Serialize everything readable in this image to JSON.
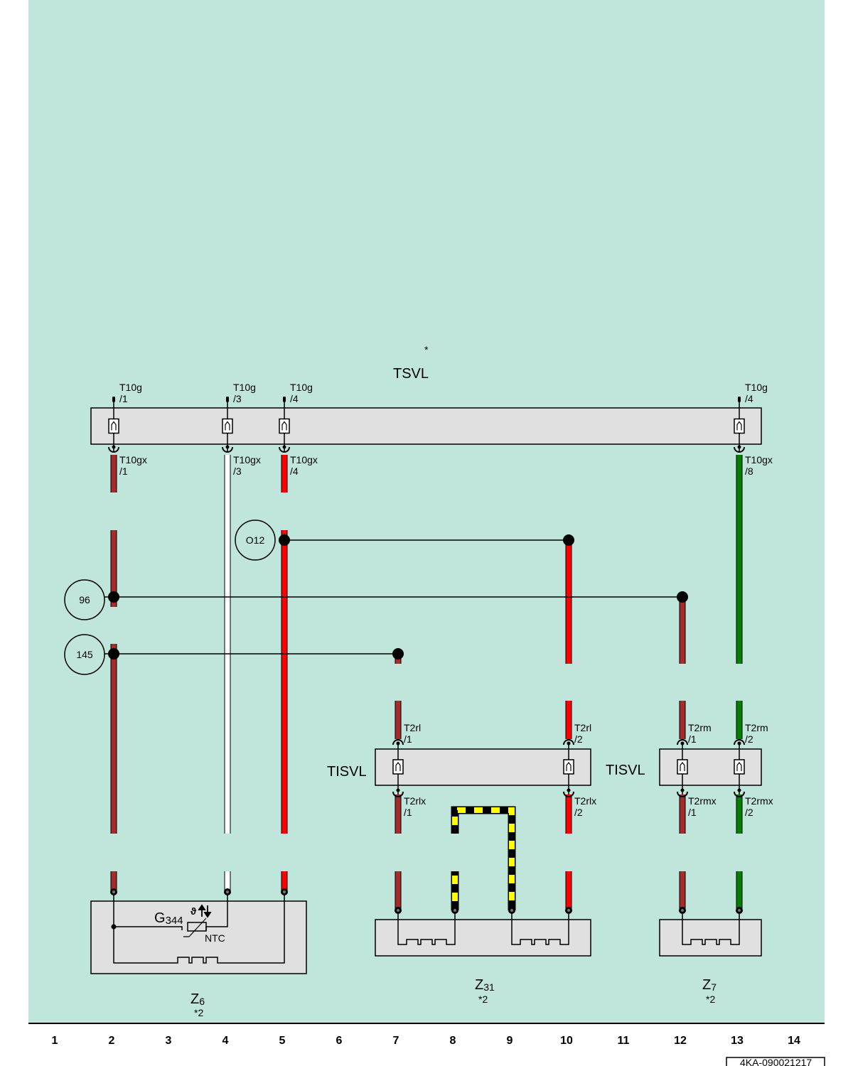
{
  "colors": {
    "background": "#c0e5da",
    "brown": "#a52a2a",
    "red": "#ff0000",
    "white": "#ffffff",
    "green": "#008000",
    "yellow": "#ffff00",
    "black": "#000000",
    "component_fill": "#e0e0e0"
  },
  "connectors": {
    "top": {
      "label": "TSVL",
      "note": "*",
      "pins_upper": [
        {
          "id": "T10g",
          "pin": "/1"
        },
        {
          "id": "T10g",
          "pin": "/3"
        },
        {
          "id": "T10g",
          "pin": "/4"
        },
        {
          "id": "T10g",
          "pin": "/4"
        }
      ],
      "pins_lower": [
        {
          "id": "T10gx",
          "pin": "/1"
        },
        {
          "id": "T10gx",
          "pin": "/3"
        },
        {
          "id": "T10gx",
          "pin": "/4"
        },
        {
          "id": "T10gx",
          "pin": "/8"
        }
      ]
    },
    "left": {
      "label": "TISVL",
      "pins_upper": [
        {
          "id": "T2rl",
          "pin": "/1"
        },
        {
          "id": "T2rl",
          "pin": "/2"
        }
      ],
      "pins_lower": [
        {
          "id": "T2rlx",
          "pin": "/1"
        },
        {
          "id": "T2rlx",
          "pin": "/2"
        }
      ]
    },
    "right": {
      "label": "TISVL",
      "pins_upper": [
        {
          "id": "T2rm",
          "pin": "/1"
        },
        {
          "id": "T2rm",
          "pin": "/2"
        }
      ],
      "pins_lower": [
        {
          "id": "T2rmx",
          "pin": "/1"
        },
        {
          "id": "T2rmx",
          "pin": "/2"
        }
      ]
    }
  },
  "references": [
    {
      "label": "O12"
    },
    {
      "label": "96"
    },
    {
      "label": "145"
    }
  ],
  "components": [
    {
      "main": "Z",
      "sub": "6",
      "note": "*2",
      "sensor_main": "G",
      "sensor_sub": "344",
      "sensor_type": "NTC",
      "sensor_symbol": "ϑ"
    },
    {
      "main": "Z",
      "sub": "31",
      "note": "*2"
    },
    {
      "main": "Z",
      "sub": "7",
      "note": "*2"
    }
  ],
  "grid": {
    "columns": [
      "1",
      "2",
      "3",
      "4",
      "5",
      "6",
      "7",
      "8",
      "9",
      "10",
      "11",
      "12",
      "13",
      "14"
    ]
  },
  "doc_id": "4KA-090021217"
}
